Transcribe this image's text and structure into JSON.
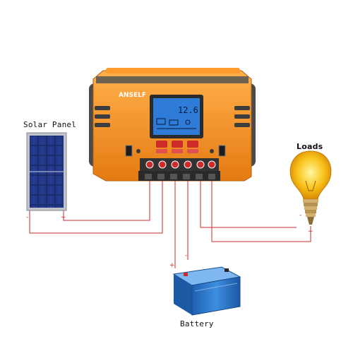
{
  "labels": {
    "solar_panel": "Solar Panel",
    "loads": "Loads",
    "battery": "Battery"
  },
  "controller": {
    "brand": "ANSELF",
    "lcd_reading": "12.6"
  },
  "polarity": {
    "minus": "-",
    "plus": "+"
  },
  "colors": {
    "housing": "#f08a1e",
    "housing_dark": "#4a4a4a",
    "lcd": "#2f7bd8",
    "wire": "#d22a2a",
    "battery": "#2f7fd0"
  }
}
